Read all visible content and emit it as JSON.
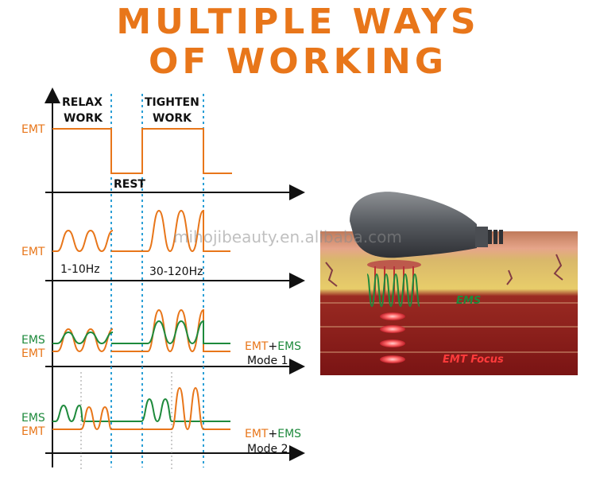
{
  "title": {
    "line1": "MULTIPLE WAYS",
    "line2": "OF WORKING"
  },
  "colors": {
    "emt": "#e8761a",
    "ems": "#1e8a3c",
    "guide": "#2a9fd6",
    "axis": "#111111",
    "title": "#e8761a"
  },
  "panels": {
    "panel1": {
      "label_emt": "EMT",
      "label_relax_1": "RELAX",
      "label_relax_2": "WORK",
      "label_tighten_1": "TIGHTEN",
      "label_tighten_2": "WORK",
      "label_rest": "REST"
    },
    "panel2": {
      "label_emt": "EMT",
      "label_low": "1-10Hz",
      "label_high": "30-120Hz"
    },
    "panel3": {
      "label_ems": "EMS",
      "label_emt": "EMT",
      "mode_emt": "EMT",
      "mode_plus": "+",
      "mode_ems": "EMS",
      "mode_name": "Mode 1"
    },
    "panel4": {
      "label_ems": "EMS",
      "label_emt": "EMT",
      "mode_emt": "EMT",
      "mode_plus": "+",
      "mode_ems": "EMS",
      "mode_name": "Mode 2"
    }
  },
  "illustration": {
    "icon": "handpiece-on-tissue-icon",
    "label_ems": "EMS",
    "label_focus": "EMT  Focus"
  },
  "watermark": "mihojibeauty.en.alibaba.com"
}
